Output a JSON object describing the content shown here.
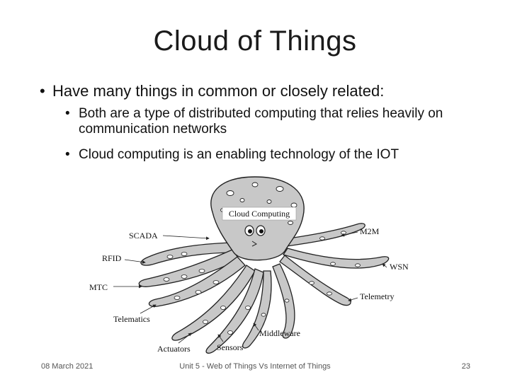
{
  "slide": {
    "title": "Cloud of Things",
    "bullet_main": "Have many things in common or closely related:",
    "sub_bullets": [
      "Both are a type of distributed computing that relies heavily on communication networks",
      "Cloud computing is an enabling technology of the IOT"
    ]
  },
  "figure": {
    "center_label": "Cloud Computing",
    "tentacle_labels": {
      "scada": "SCADA",
      "rfid": "RFID",
      "mtc": "MTC",
      "telematics": "Telematics",
      "actuators": "Actuators",
      "sensors": "Sensors",
      "middleware": "Middleware",
      "telemetry": "Telemetry",
      "wsn": "WSN",
      "m2m": "M2M"
    }
  },
  "footer": {
    "date": "08 March 2021",
    "course": "Unit 5 - Web of Things Vs Internet of Things",
    "page": "23"
  }
}
